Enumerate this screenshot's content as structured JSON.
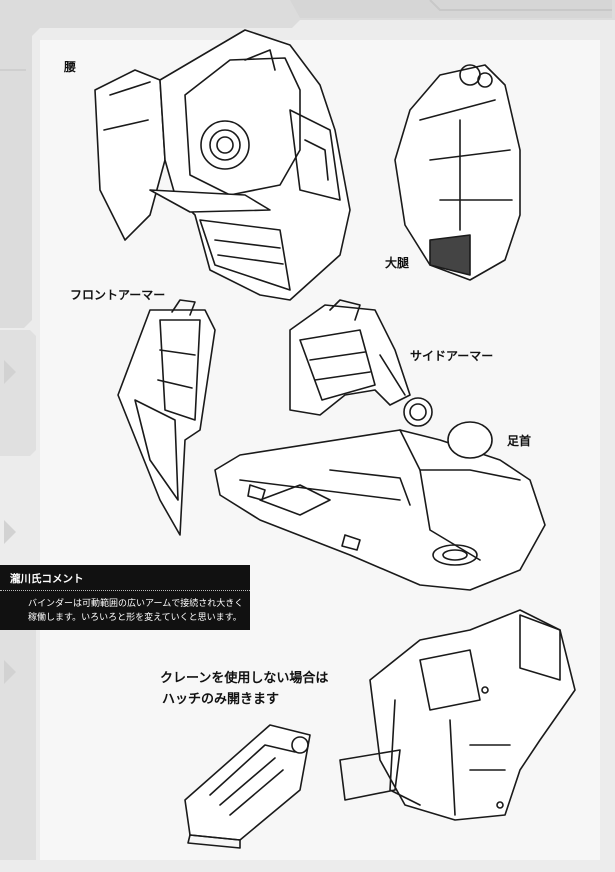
{
  "labels": {
    "waist": "腰",
    "thigh": "大腿",
    "front_armor": "フロントアーマー",
    "side_armor": "サイドアーマー",
    "ankle": "足首",
    "crane_note_line1": "クレーンを使用しない場合は",
    "crane_note_line2": "ハッチのみ開きます"
  },
  "comment": {
    "title": "瀧川氏コメント",
    "line1": "バインダーは可動範囲の広いアームで接続され大きく",
    "line2": "稼働します。いろいろと形を変えていくと思います。"
  }
}
